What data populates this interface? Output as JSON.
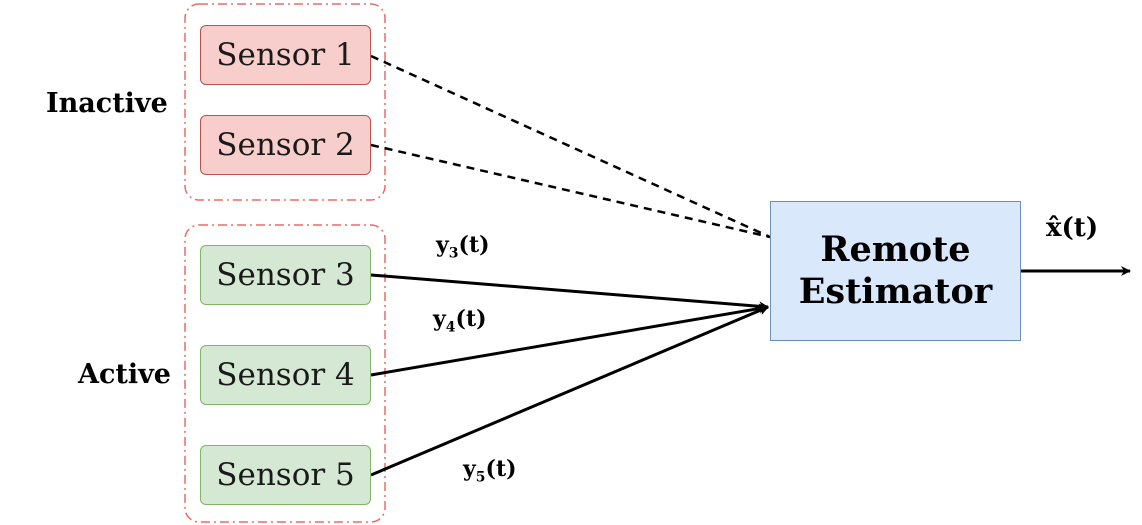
{
  "groups": {
    "inactive": {
      "label": "Inactive"
    },
    "active": {
      "label": "Active"
    }
  },
  "sensors": [
    {
      "label": "Sensor 1",
      "status": "inactive"
    },
    {
      "label": "Sensor 2",
      "status": "inactive"
    },
    {
      "label": "Sensor 3",
      "status": "active"
    },
    {
      "label": "Sensor 4",
      "status": "active"
    },
    {
      "label": "Sensor 5",
      "status": "active"
    }
  ],
  "estimator": {
    "line1": "Remote",
    "line2": "Estimator"
  },
  "signals": [
    {
      "base": "y",
      "index": "3",
      "arg": "(t)"
    },
    {
      "base": "y",
      "index": "4",
      "arg": "(t)"
    },
    {
      "base": "y",
      "index": "5",
      "arg": "(t)"
    }
  ],
  "output": {
    "label": "x̂(t)"
  },
  "colors": {
    "inactive_fill": "#f8cecc",
    "inactive_stroke": "#b85450",
    "active_fill": "#d5e8d4",
    "active_stroke": "#82b366",
    "estimator_fill": "#dae8fc",
    "estimator_stroke": "#6c8ebf",
    "group_border": "#ea6b66"
  }
}
